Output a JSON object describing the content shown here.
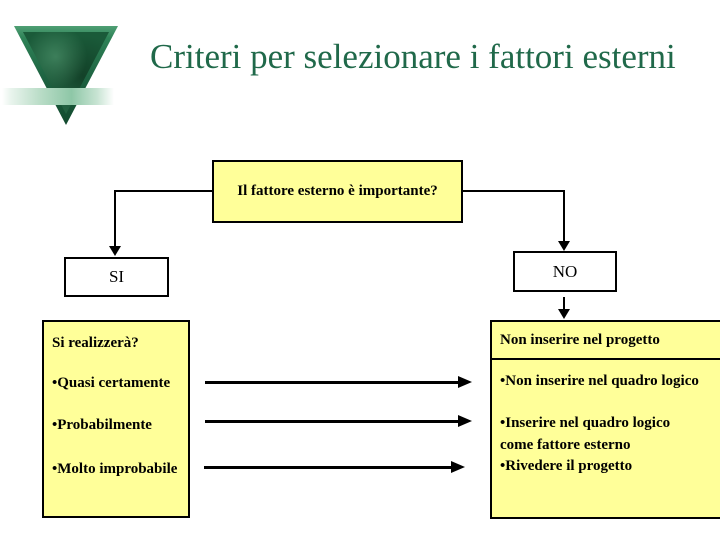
{
  "slide": {
    "title": "Criteri per selezionare i fattori esterni",
    "logo": {
      "icon": "inverted-green-marble-triangle",
      "band": "light-green-gradient-band"
    },
    "colors": {
      "title_green": "#20694A",
      "box_yellow": "#FFFF99",
      "logo_dark_green": "#1A5A39",
      "logo_bevel_green": "#2E8257",
      "band_green": "#8EC7A7",
      "line_black": "#000000",
      "background": "#FFFFFF"
    },
    "flowchart": {
      "question": "Il fattore esterno è importante?",
      "yes_label": "SI",
      "no_label": "NO",
      "left_box": {
        "header": "Si realizzerà?",
        "items": [
          "•Quasi certamente",
          "•Probabilmente",
          "•Molto improbabile"
        ]
      },
      "right_box": {
        "header": "Non inserire nel progetto",
        "items": [
          "•Non inserire nel quadro logico",
          "•Inserire nel quadro logico\ncome fattore esterno",
          "•Rivedere il progetto"
        ]
      }
    }
  }
}
